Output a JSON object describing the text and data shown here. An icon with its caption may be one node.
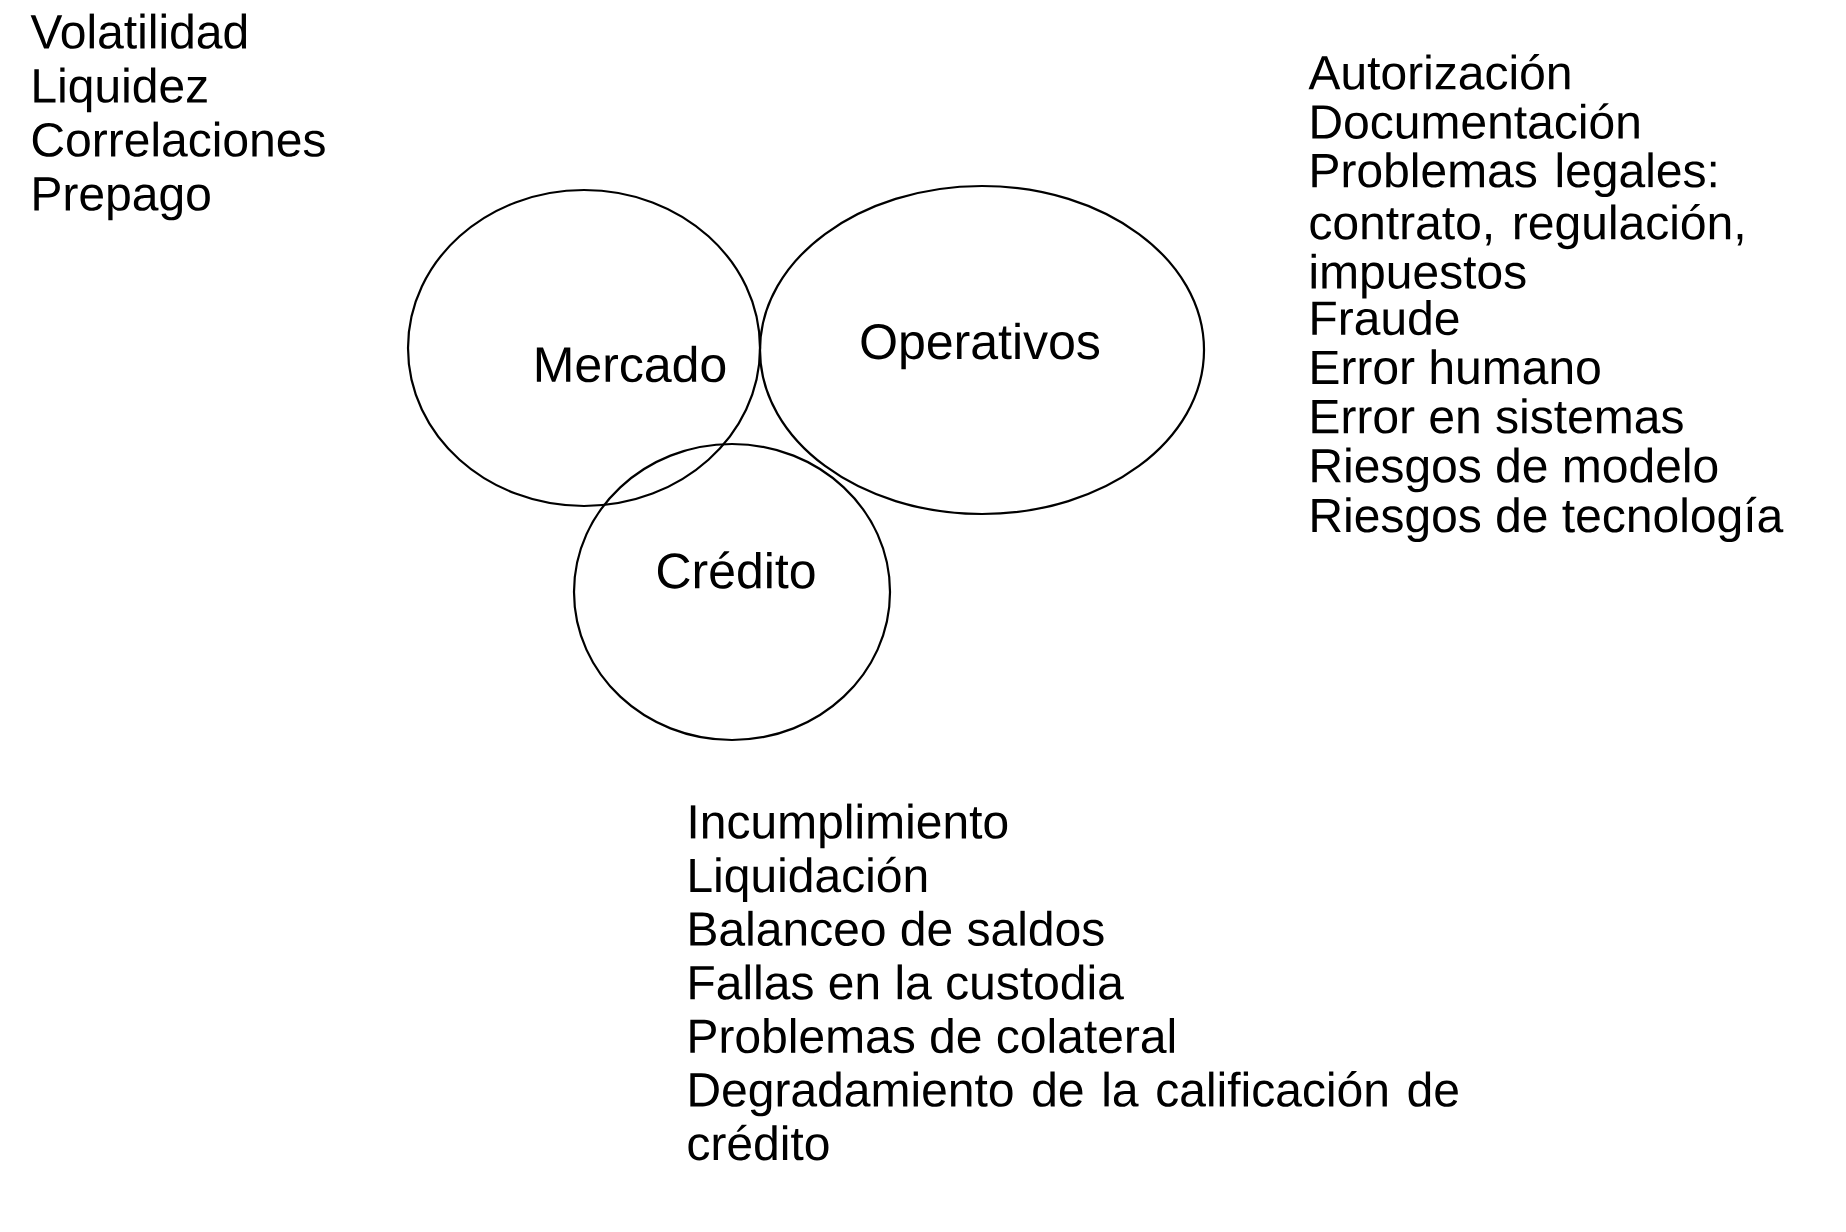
{
  "diagram": {
    "nodes": [
      {
        "text": [
          "Mercado"
        ]
      },
      {
        "text": [
          "Operativos"
        ]
      },
      {
        "text": [
          "Crédito"
        ]
      }
    ],
    "labels": [
      "Volatilidad",
      "Liquidez",
      "Correlaciones",
      "Prepago",
      "Autorización",
      "Documentación",
      "Problemas legales: contrato, regulación, impuestos",
      "Fraude",
      "Error humano",
      "Error en sistemas",
      "Riesgos de modelo",
      "Riesgos de tecnología",
      "Incumplimiento",
      "Liquidación",
      "Balanceo de saldos",
      "Fallas en la custodia",
      "Problemas de colateral",
      "Degradamiento de la calificación de crédito"
    ]
  }
}
